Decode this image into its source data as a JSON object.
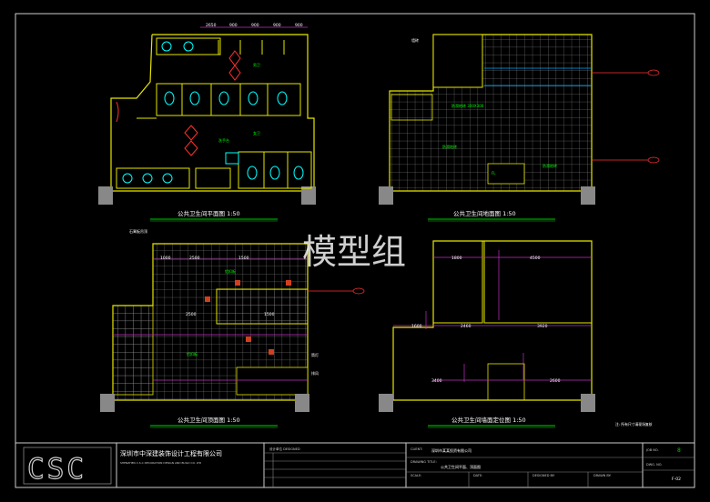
{
  "drawings": {
    "plan_title": "公共卫生间平面图  1:50",
    "floor_title": "公共卫生间地面图  1:50",
    "ceiling_title": "公共卫生间顶面图  1:50",
    "wall_title": "公共卫生间墙面定位图 1:50"
  },
  "watermark": "模型组",
  "notes": {
    "bottom_right": "注: 所有尺寸请现场复核"
  },
  "title_block": {
    "logo": "CSC",
    "company_cn": "深圳市中深建装饰设计工程有限公司",
    "company_en": "SHENZHEN C.S.C DECORATION DESIGN AND BUILD CO. LTD",
    "project_label": "设计单位 DESIGNED",
    "client_label": "CLIENT:",
    "client_value": "深圳市某某投资有限公司",
    "drawing_title_label": "DRAWING TITLE:",
    "drawing_title_value": "公共卫生间平面、顶面图",
    "scale_label": "SCALE:",
    "date_label": "DATE:",
    "designed_label": "DESIGNED BY:",
    "drawn_label": "DRAWN BY:",
    "job_no_label": "JOB NO.",
    "job_no_value": "8",
    "dwg_no_label": "DWG. NO.",
    "page_no": "F-02"
  },
  "dims": {
    "plan_top": [
      "2650",
      "900",
      "900",
      "900",
      "900"
    ],
    "ceiling_left": [
      "1000",
      "2500",
      "1500",
      "2500",
      "1500"
    ],
    "wall_row1": [
      "1800",
      "4500"
    ],
    "wall_row2": [
      "1600",
      "2460",
      "3920"
    ],
    "wall_row3": [
      "3400",
      "2600"
    ]
  },
  "colors": {
    "wall": "#e6e600",
    "grid": "#bbbbbb",
    "dim": "#c030c0",
    "title": "#ffffff",
    "underline": "#00cc00",
    "fixture": "#00ffff",
    "red": "#ff3030",
    "frame": "#cccccc"
  }
}
